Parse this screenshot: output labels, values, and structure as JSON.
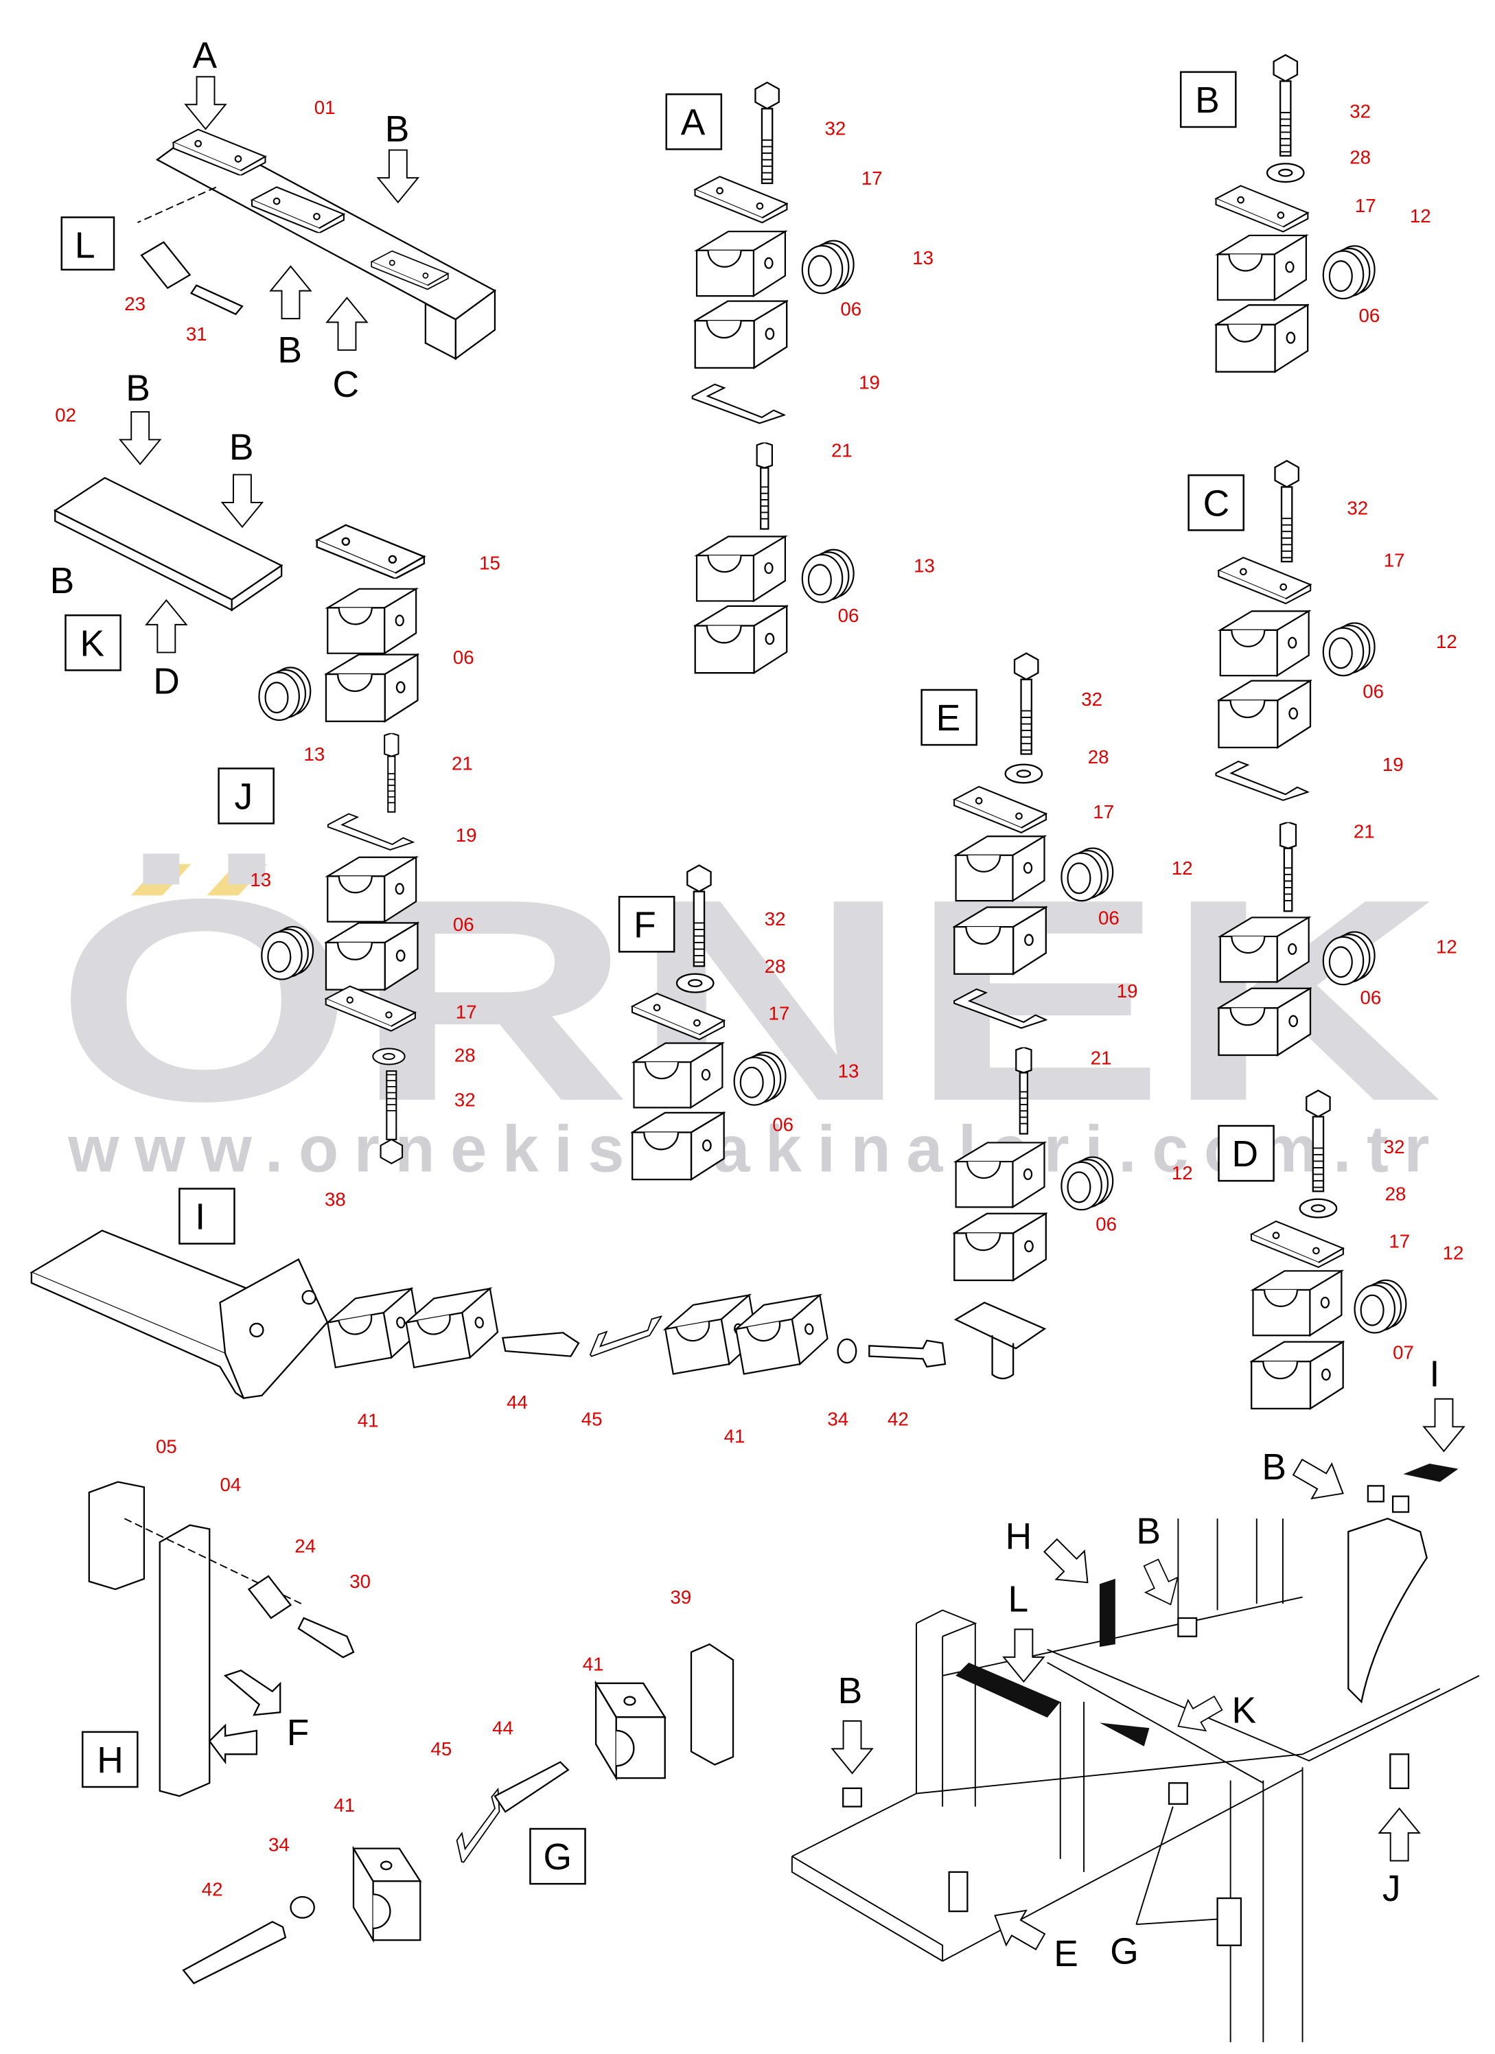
{
  "watermark": {
    "brand": "ÖRNEK",
    "url": "www.ornekismakinalari.com.tr",
    "accent": "#f5dc8c"
  },
  "colors": {
    "part_number": "#e00000",
    "letter": "#000000"
  },
  "group_top_left": {
    "p01": "01",
    "p23": "23",
    "p31": "31",
    "A": "A",
    "B1": "B",
    "L": "L",
    "B2": "B",
    "C": "C"
  },
  "group_K": {
    "p02": "02",
    "B1": "B",
    "B2": "B",
    "B3": "B",
    "K": "K",
    "D": "D"
  },
  "group_J": {
    "p15": "15",
    "p06a": "06",
    "p13a": "13",
    "p21": "21",
    "J": "J",
    "p19": "19",
    "p13b": "13",
    "p06b": "06",
    "p17": "17",
    "p28": "28",
    "p32": "32"
  },
  "group_A": {
    "A": "A",
    "p32": "32",
    "p17": "17",
    "p13a": "13",
    "p06a": "06",
    "p19": "19",
    "p21": "21",
    "p13b": "13",
    "p06b": "06"
  },
  "group_B": {
    "B": "B",
    "p32": "32",
    "p28": "28",
    "p17": "17",
    "p12": "12",
    "p06": "06"
  },
  "group_C": {
    "C": "C",
    "p32": "32",
    "p17": "17",
    "p12a": "12",
    "p06a": "06",
    "p19": "19",
    "p21": "21",
    "p12b": "12",
    "p06b": "06"
  },
  "group_E": {
    "E": "E",
    "p32": "32",
    "p28": "28",
    "p17": "17",
    "p12a": "12",
    "p06a": "06",
    "p19": "19",
    "p21": "21",
    "p12b": "12",
    "p06b": "06"
  },
  "group_F": {
    "F": "F",
    "p32": "32",
    "p28": "28",
    "p17": "17",
    "p13": "13",
    "p06": "06"
  },
  "group_D": {
    "D": "D",
    "p32": "32",
    "p28": "28",
    "p17": "17",
    "p12": "12",
    "p07": "07"
  },
  "group_I": {
    "I": "I",
    "p38": "38",
    "p41a": "41",
    "p44": "44",
    "p45": "45",
    "p41b": "41",
    "p34": "34",
    "p42": "42"
  },
  "group_H": {
    "p05": "05",
    "p04": "04",
    "p24": "24",
    "p30": "30",
    "F": "F",
    "H": "H"
  },
  "group_G": {
    "p39": "39",
    "p41a": "41",
    "p45": "45",
    "p44": "44",
    "G": "G",
    "p41b": "41",
    "p34": "34",
    "p42": "42"
  },
  "overview": {
    "I": "I",
    "B1": "B",
    "H": "H",
    "B2": "B",
    "L": "L",
    "B3": "B",
    "K": "K",
    "J": "J",
    "E": "E",
    "G": "G"
  }
}
